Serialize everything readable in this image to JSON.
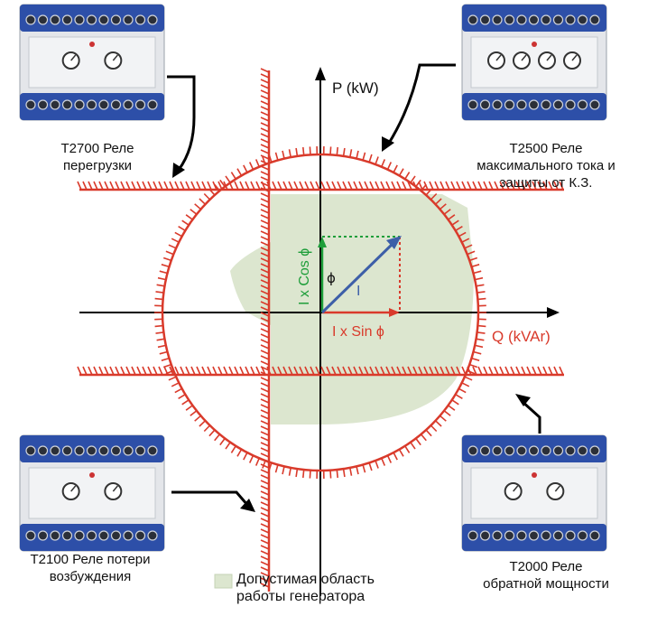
{
  "axes": {
    "p_label": "P (kW)",
    "q_label": "Q (kVAr)",
    "cos_label": "I x Cos ϕ",
    "sin_label": "I x Sin ϕ",
    "phi_label": "ϕ",
    "i_label": "I"
  },
  "relays": {
    "t2700": {
      "line1": "T2700 Реле",
      "line2": "перегрузки"
    },
    "t2500": {
      "line1": "T2500 Реле",
      "line2": "максимального тока и",
      "line3": "защиты от К.З."
    },
    "t2100": {
      "line1": "T2100 Реле потери",
      "line2": "возбуждения"
    },
    "t2000": {
      "line1": "T2000 Реле",
      "line2": "обратной мощности"
    }
  },
  "legend": {
    "line1": "Допустимая область",
    "line2": "работы генератора",
    "swatch_color": "#dce6cf"
  },
  "colors": {
    "limit_red": "#d93a2b",
    "area_green": "#dce6cf",
    "cos_green": "#1e9e3a",
    "vector_blue": "#3d5fa8",
    "relay_blue": "#2d4fa8"
  },
  "icons": {
    "relay": "relay-module-icon",
    "arrow": "pointer-arrow-icon"
  }
}
